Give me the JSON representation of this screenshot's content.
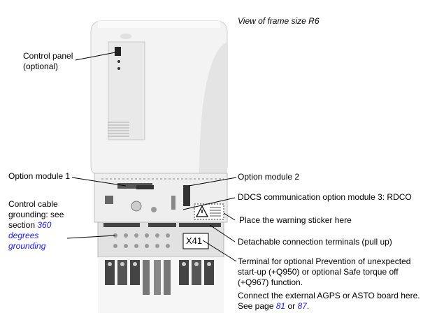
{
  "caption": "View of frame size R6",
  "labels": {
    "control_panel": [
      "Control panel",
      "(optional)"
    ],
    "option_module_1": "Option module 1",
    "option_module_2": "Option module 2",
    "ddcs_module": "DDCS communication option module 3: RDCO",
    "control_cable": [
      "Control cable",
      "grounding: see",
      "section"
    ],
    "control_cable_link": [
      "360",
      "degrees",
      "grounding"
    ],
    "warning_sticker": "Place the warning sticker here",
    "detachable": "Detachable connection terminals (pull up)",
    "terminal_x41": "X41",
    "terminal_text": [
      "Terminal for optional Prevention of unexpected",
      "start-up (+Q950) or optional Safe torque off",
      "(+Q967) function."
    ],
    "connect_text": [
      "Connect the external AGPS or ASTO board here.",
      "See page",
      "81",
      "or",
      "87",
      "."
    ]
  },
  "colors": {
    "link": "#1a1aff",
    "body_light": "#f1f1f1",
    "body_shadow": "#d9d9d9"
  },
  "icons": [
    "warning-triangle-icon"
  ]
}
